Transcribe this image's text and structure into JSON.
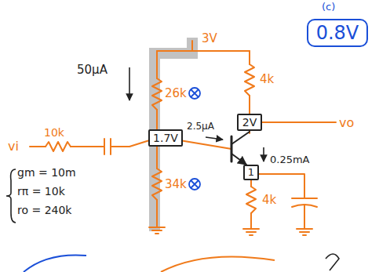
{
  "diagram": {
    "nodes": [
      {
        "text": [
          "0.8V"
        ]
      },
      {
        "text": [
          "1.7V"
        ]
      },
      {
        "text": [
          "2V"
        ]
      },
      {
        "text": [
          "1"
        ]
      }
    ],
    "labels": [
      "(c)",
      "3V",
      "50µA",
      "26k",
      "4k",
      "vo",
      "2.5µA",
      "0.25mA",
      "34k",
      "4k",
      "vi",
      "10k",
      "gm = 10m",
      "rπ = 10k",
      "ro = 240k"
    ]
  }
}
